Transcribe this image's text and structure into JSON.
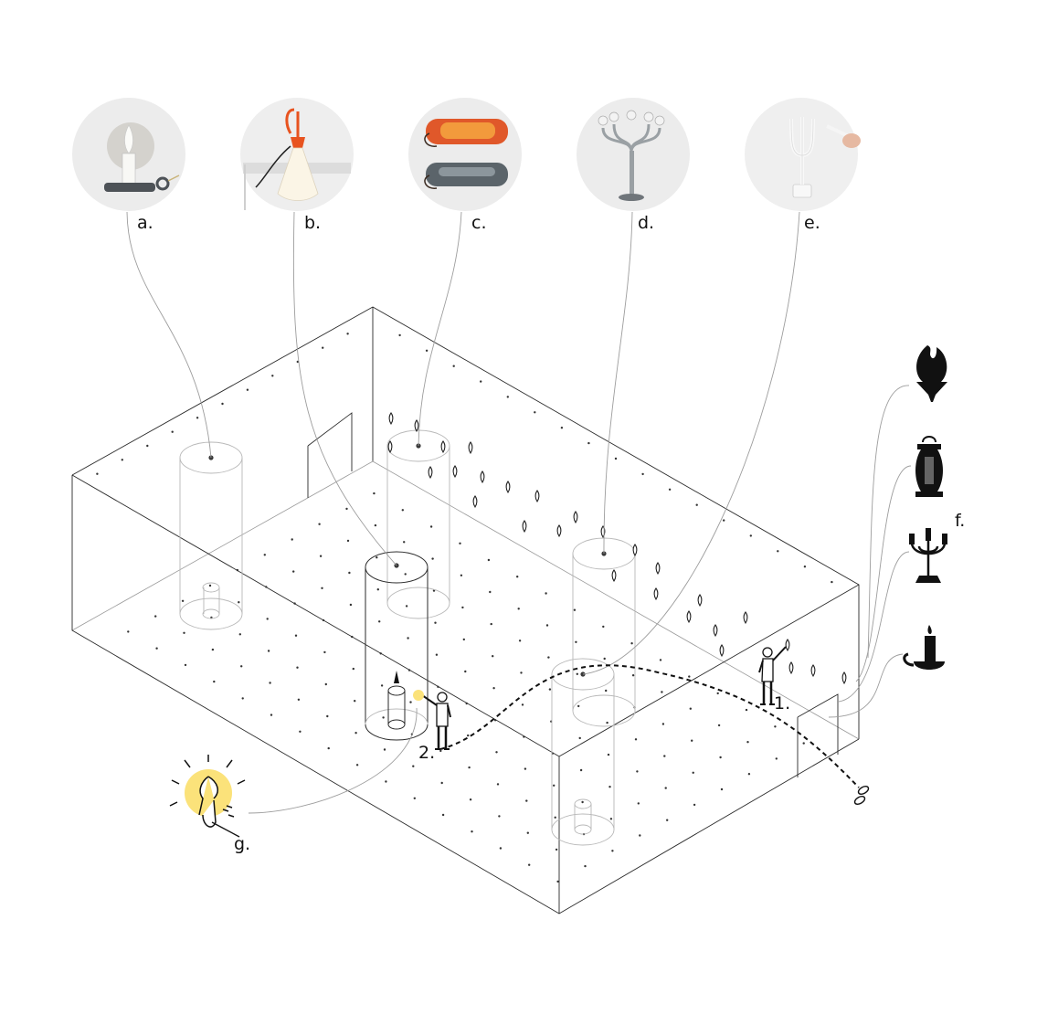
{
  "products": [
    {
      "key": "a",
      "label": "a.",
      "icon": "candle-wall-lamp-photo"
    },
    {
      "key": "b",
      "label": "b.",
      "icon": "hook-pendant-lamp-photo"
    },
    {
      "key": "c",
      "label": "c.",
      "icon": "tube-lamps-photo"
    },
    {
      "key": "d",
      "label": "d.",
      "icon": "candelabra-chrome-lamp-photo"
    },
    {
      "key": "e",
      "label": "e.",
      "icon": "white-candelabra-photo"
    }
  ],
  "historic_lights": {
    "label": "f.",
    "icons": [
      "torch-icon",
      "lantern-icon",
      "candelabra-icon",
      "candle-holder-icon"
    ]
  },
  "gesture": {
    "label": "g.",
    "icon": "flame-touch-icon"
  },
  "visitors": [
    {
      "label": "1.",
      "icon": "person-figure-icon"
    },
    {
      "label": "2.",
      "icon": "person-figure-icon"
    }
  ],
  "colors": {
    "glow": "#fbe27a",
    "ink": "#111111",
    "grid": "#9a9a9a",
    "accent": "#e8531f"
  }
}
